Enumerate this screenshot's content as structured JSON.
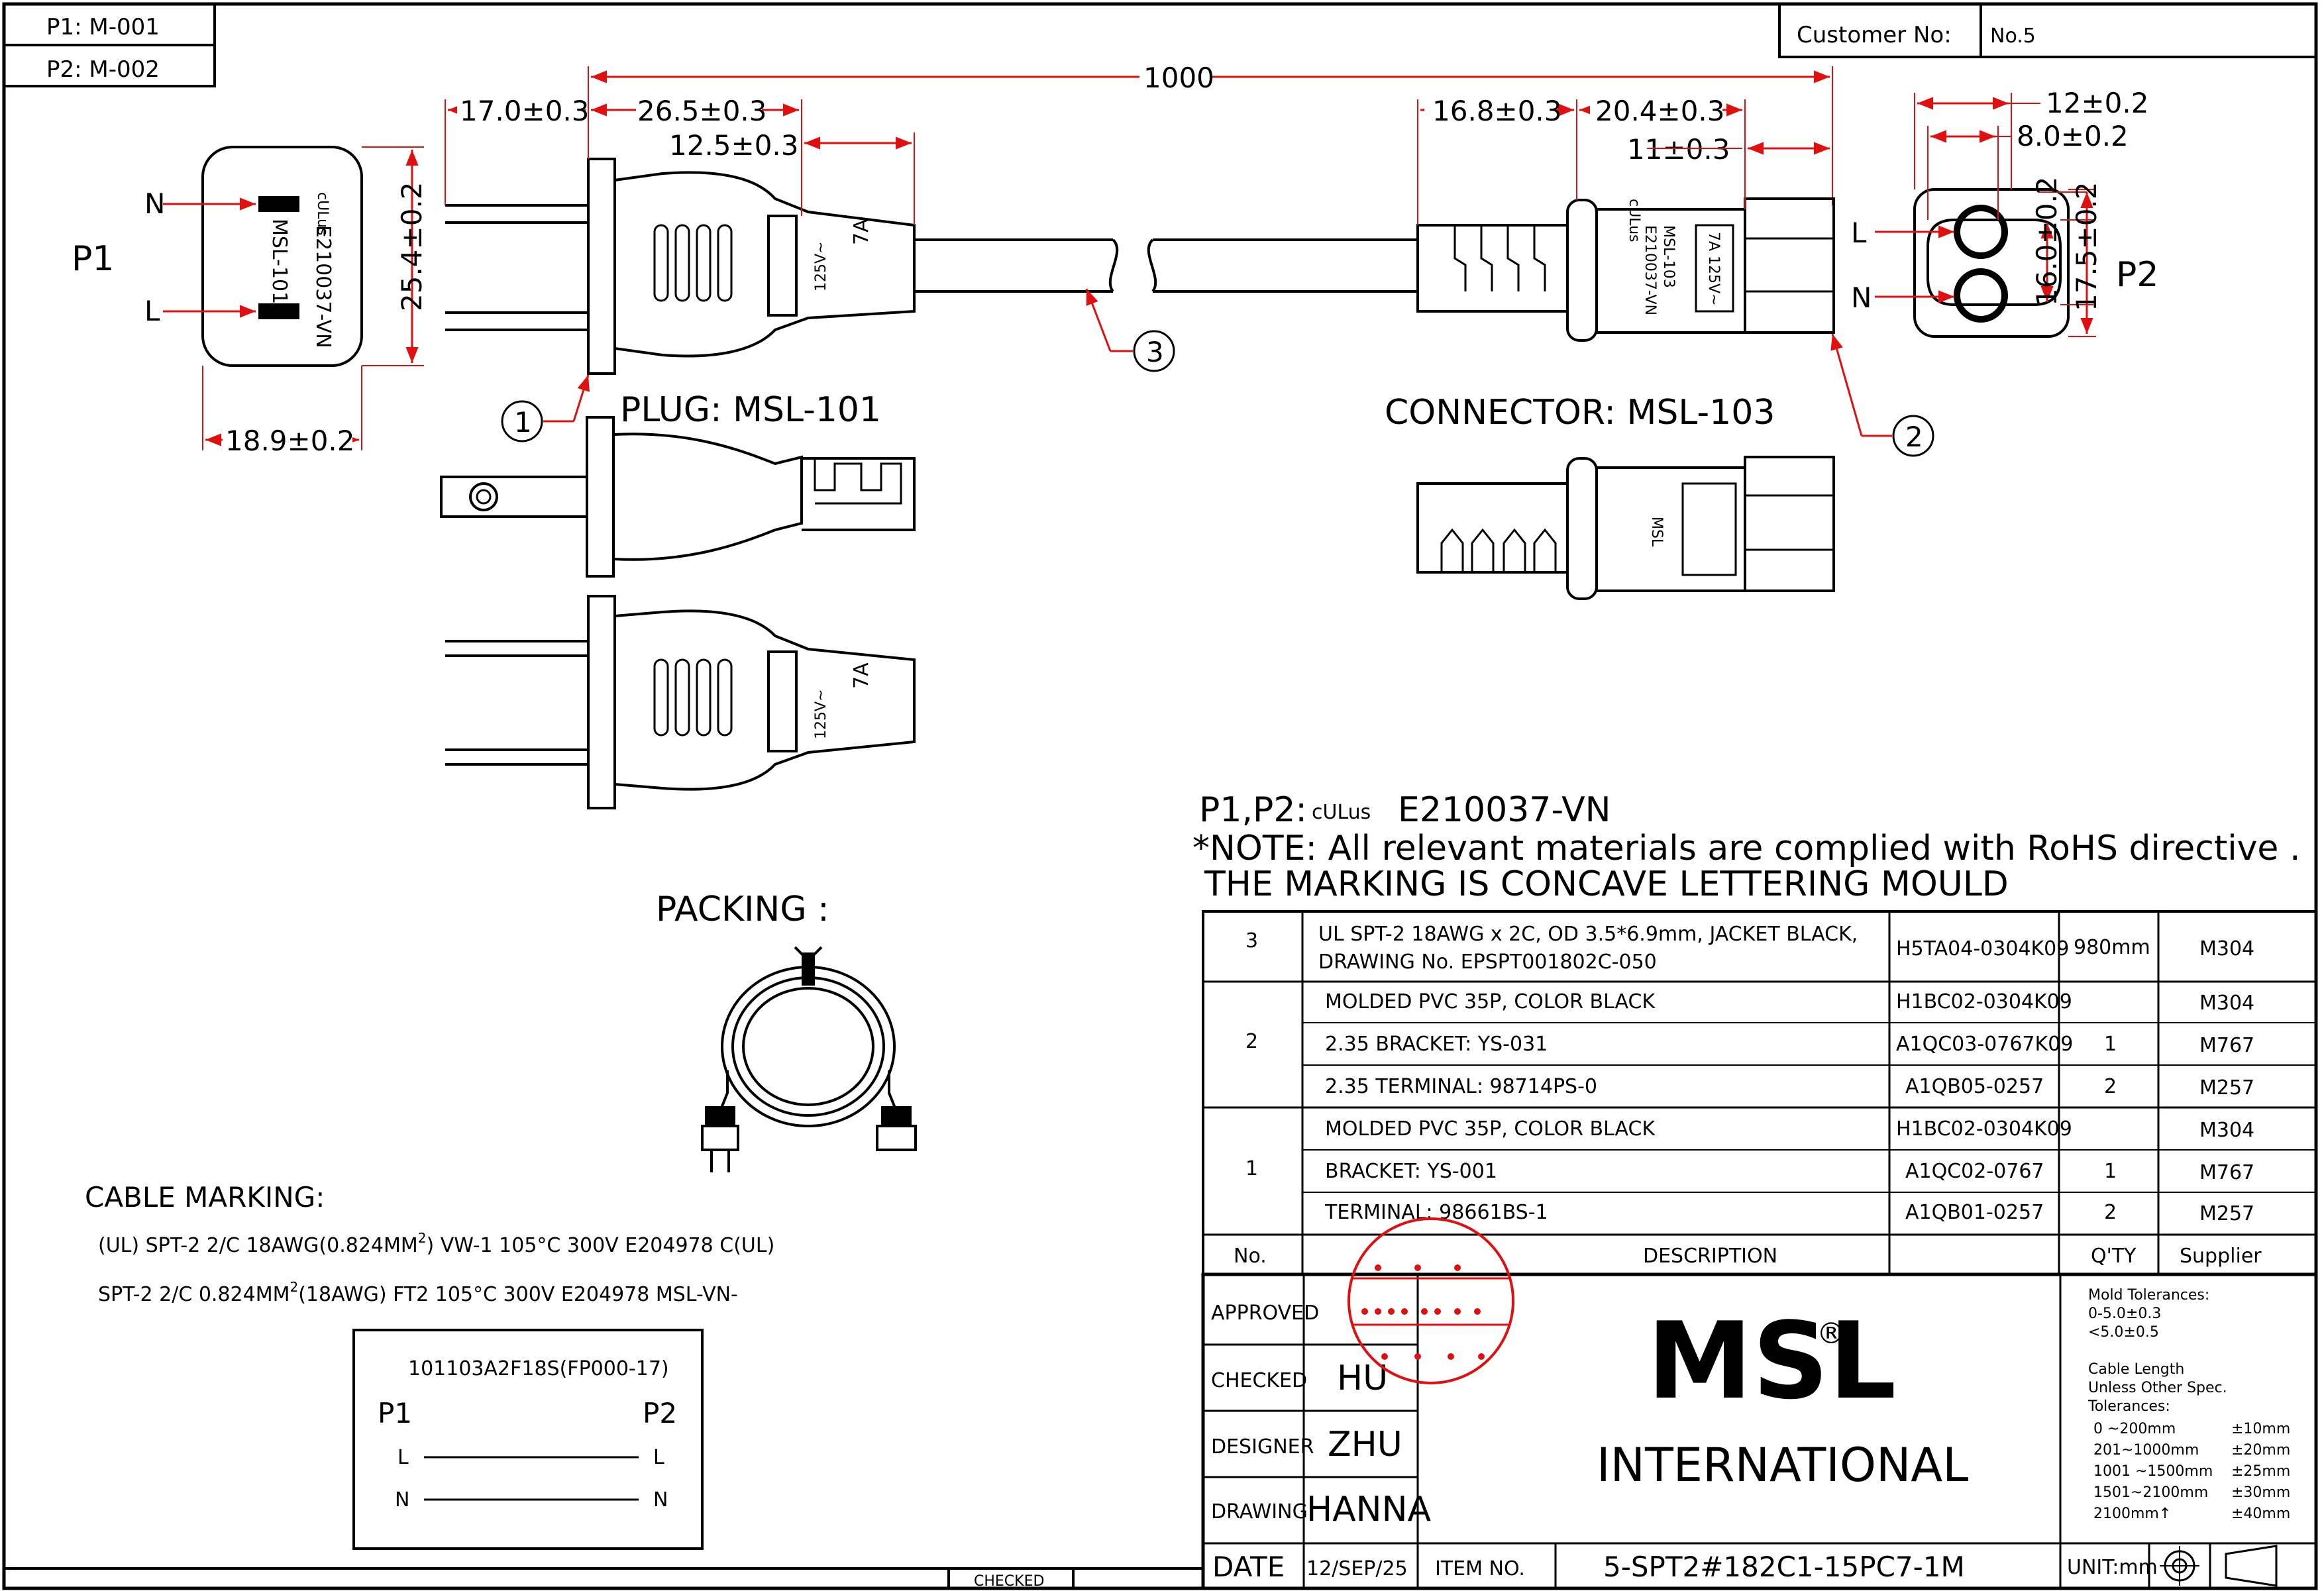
{
  "header": {
    "p1_code": "P1: M-001",
    "p2_code": "P2: M-002",
    "customer_label": "Customer No:",
    "customer_value": "No.5"
  },
  "dimensions": {
    "overall_length": "1000",
    "plug_pin_length": "17.0±0.3",
    "plug_body_length": "26.5±0.3",
    "plug_strain_relief": "12.5±0.3",
    "plug_face_height": "25.4±0.2",
    "plug_face_width": "18.9±0.2",
    "conn_body_length": "16.8±0.3",
    "conn_mid_length": "20.4±0.3",
    "conn_front_length": "11±0.3",
    "conn_face_width_outer": "12±0.2",
    "conn_face_width_inner": "8.0±0.2",
    "conn_face_height_inner": "16.0±0.2",
    "conn_face_height_outer": "17.5±0.2"
  },
  "plug": {
    "side_label": "P1",
    "pin_n": "N",
    "pin_l": "L",
    "face_text_1": "E210037-VN",
    "face_text_2": "MSL-101",
    "cert_mark": "cULus",
    "rating_1": "125V~",
    "rating_2": "7A",
    "title": "PLUG:  MSL-101",
    "callout": "1"
  },
  "connector": {
    "side_label": "P2",
    "pin_l": "L",
    "pin_n": "N",
    "face_text_1": "MSL-103",
    "face_text_2": "E210037-VN",
    "rating": "7A 125V~",
    "cert_mark": "cULus",
    "mark": "MSL",
    "title": "CONNECTOR:  MSL-103",
    "callout": "2"
  },
  "cable": {
    "callout": "3"
  },
  "notes": {
    "cert_line_prefix": "P1,P2:",
    "cert_line_mark": "cULus",
    "cert_line_suffix": "E210037-VN",
    "rohs_note": "*NOTE: All relevant materials are complied with RoHS directive .",
    "marking_note": "THE MARKING IS CONCAVE LETTERING MOULD"
  },
  "packing": {
    "label": "PACKING :"
  },
  "cable_marking": {
    "title": "CABLE MARKING:",
    "line1_a": "(UL) SPT-2   2/C   18AWG(0.824MM",
    "line1_sup": "2",
    "line1_b": ")   VW-1  105°C  300V  E204978   C(UL)",
    "line2_a": "SPT-2  2/C  0.824MM",
    "line2_sup": "2",
    "line2_b": "(18AWG)    FT2    105°C    300V    E204978    MSL-VN-"
  },
  "wiring": {
    "code": "101103A2F18S(FP000-17)",
    "p1": "P1",
    "p2": "P2",
    "l_left": "L",
    "l_right": "L",
    "n_left": "N",
    "n_right": "N"
  },
  "bom": {
    "rows": [
      {
        "no": "3",
        "desc_1": "UL SPT-2  18AWG x 2C, OD 3.5*6.9mm, JACKET BLACK,",
        "desc_2": "DRAWING No. EPSPT001802C-050",
        "part": "H5TA04-0304K09",
        "qty": "980mm",
        "supplier": "M304"
      },
      {
        "no": "2",
        "desc": "MOLDED PVC 35P, COLOR BLACK",
        "part": "H1BC02-0304K09",
        "qty": "",
        "supplier": "M304"
      },
      {
        "no": "",
        "desc": "2.35  BRACKET: YS-031",
        "part": "A1QC03-0767K09",
        "qty": "1",
        "supplier": "M767"
      },
      {
        "no": "",
        "desc": "2.35  TERMINAL: 98714PS-0",
        "part": "A1QB05-0257",
        "qty": "2",
        "supplier": "M257"
      },
      {
        "no": "1",
        "desc": "MOLDED PVC 35P, COLOR BLACK",
        "part": "H1BC02-0304K09",
        "qty": "",
        "supplier": "M304"
      },
      {
        "no": "",
        "desc": "BRACKET: YS-001",
        "part": "A1QC02-0767",
        "qty": "1",
        "supplier": "M767"
      },
      {
        "no": "",
        "desc": "TERMINAL: 98661BS-1",
        "part": "A1QB01-0257",
        "qty": "2",
        "supplier": "M257"
      }
    ],
    "header": {
      "no": "No.",
      "desc": "DESCRIPTION",
      "qty": "Q'TY",
      "supplier": "Supplier"
    }
  },
  "title_block": {
    "approved": "APPROVED",
    "checked": "CHECKED",
    "checked_value": "HU",
    "designer": "DESIGNER",
    "designer_value": "ZHU",
    "drawing": "DRAWING",
    "drawing_value": "HANNA",
    "date": "DATE",
    "date_value": "12/SEP/25",
    "item_no": "ITEM NO.",
    "item_value": "5-SPT2#182C1-15PC7-1M",
    "unit": "UNIT:mm",
    "logo": "MSL",
    "logo_reg": "®",
    "logo_sub": "INTERNATIONAL",
    "bottom_checked": "CHECKED",
    "tol_title": "Mold Tolerances:",
    "tol_1": "0-5.0±0.3",
    "tol_2": "<5.0±0.5",
    "len_title_1": "Cable Length",
    "len_title_2": "Unless Other Spec.",
    "len_title_3": "Tolerances:",
    "len_rows": [
      {
        "range": "0  ~200mm",
        "tol": "±10mm"
      },
      {
        "range": "201~1000mm",
        "tol": "±20mm"
      },
      {
        "range": "1001 ~1500mm",
        "tol": "±25mm"
      },
      {
        "range": "1501~2100mm",
        "tol": "±30mm"
      },
      {
        "range": "2100mm↑",
        "tol": "±40mm"
      }
    ]
  }
}
